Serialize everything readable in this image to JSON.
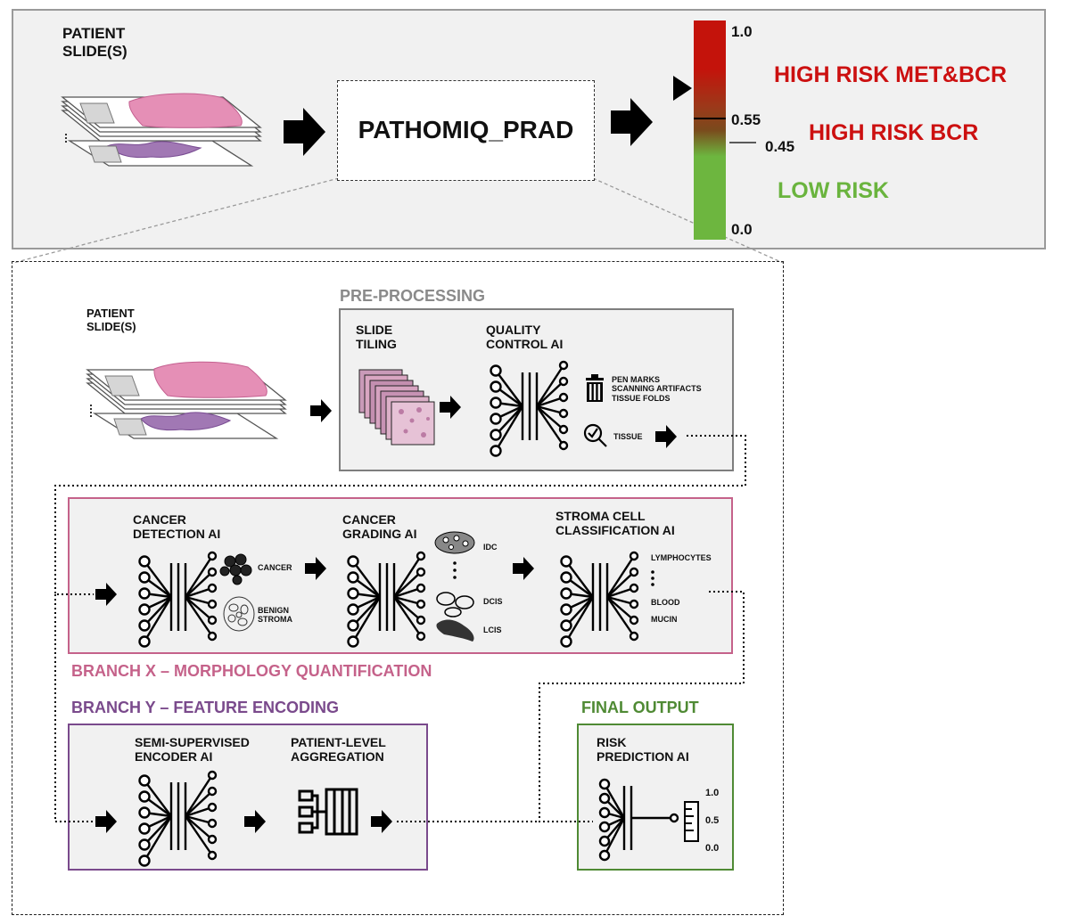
{
  "top": {
    "patient_slides": "PATIENT\nSLIDE(S)",
    "model_name": "PATHOMIQ_PRAD",
    "scale": {
      "tick_top": "1.0",
      "tick_upper": "0.55",
      "tick_lower": "0.45",
      "tick_bottom": "0.0",
      "colors": {
        "high": "#c4130b",
        "mid": "#7a4a1c",
        "low": "#6db63f"
      }
    },
    "risk_labels": {
      "high_met_bcr": "HIGH RISK MET&BCR",
      "high_bcr": "HIGH RISK BCR",
      "low": "LOW RISK",
      "colors": {
        "high": "#cc1010",
        "low": "#6ab43e"
      }
    }
  },
  "detail": {
    "patient_slides": "PATIENT\nSLIDE(S)",
    "preprocessing": {
      "title": "PRE-PROCESSING",
      "title_color": "#8a8a8a",
      "slide_tiling": "SLIDE\nTILING",
      "quality_control": "QUALITY\nCONTROL AI",
      "rejected": "PEN MARKS\nSCANNING ARTIFACTS\nTISSUE FOLDS",
      "tissue": "TISSUE"
    },
    "branch_x": {
      "title": "BRANCH X – MORPHOLOGY QUANTIFICATION",
      "color": "#c5628a",
      "cancer_detection": "CANCER\nDETECTION AI",
      "cancer": "CANCER",
      "benign": "BENIGN\nSTROMA",
      "cancer_grading": "CANCER\nGRADING AI",
      "idc": "IDC",
      "dcis": "DCIS",
      "lcis": "LCIS",
      "stroma_cell": "STROMA CELL\nCLASSIFICATION AI",
      "lymphocytes": "LYMPHOCYTES",
      "blood": "BLOOD",
      "mucin": "MUCIN"
    },
    "branch_y": {
      "title": "BRANCH Y – FEATURE ENCODING",
      "color": "#7a4a8c",
      "encoder": "SEMI-SUPERVISED\nENCODER AI",
      "aggregation": "PATIENT-LEVEL\nAGGREGATION"
    },
    "final_output": {
      "title": "FINAL OUTPUT",
      "color": "#4f8a34",
      "risk_prediction": "RISK\nPREDICTION AI",
      "gauge_top": "1.0",
      "gauge_mid": "0.5",
      "gauge_bottom": "0.0"
    }
  },
  "icons": [
    "slide-stack-icon",
    "arrow-right-icon",
    "neural-network-icon",
    "trash-icon",
    "tissue-check-icon",
    "tile-stack-icon",
    "cancer-cells-icon",
    "benign-stroma-icon",
    "idc-icon",
    "dcis-icon",
    "lcis-icon",
    "aggregation-icon",
    "gauge-icon"
  ]
}
